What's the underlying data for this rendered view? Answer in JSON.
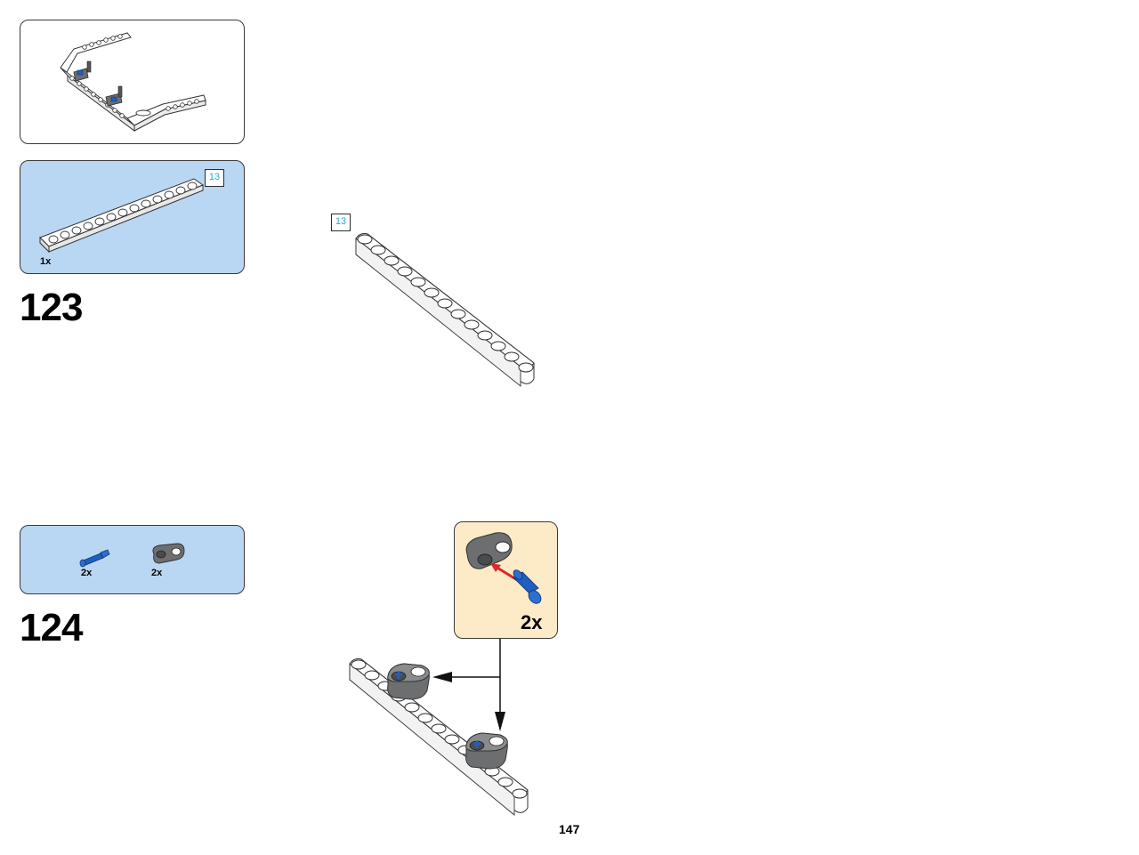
{
  "page": {
    "number": "147"
  },
  "steps": [
    {
      "number": "123",
      "parts": [
        {
          "name": "beam-13",
          "qty": "1x",
          "length_badge": "13"
        }
      ],
      "assembly_length_badge": "13"
    },
    {
      "number": "124",
      "parts": [
        {
          "name": "blue-axle-pin",
          "qty": "2x"
        },
        {
          "name": "dark-gray-2-module-beam",
          "qty": "2x"
        }
      ],
      "callout_qty": "2x"
    }
  ],
  "colors": {
    "parts_panel_bg": "#b9d6f2",
    "callout_bg": "#fdebc8",
    "badge_text": "#29a4d8",
    "pin_blue": "#1f5fbf",
    "beam_dark_gray": "#6d6e70",
    "arrow_red": "#e0242b"
  }
}
